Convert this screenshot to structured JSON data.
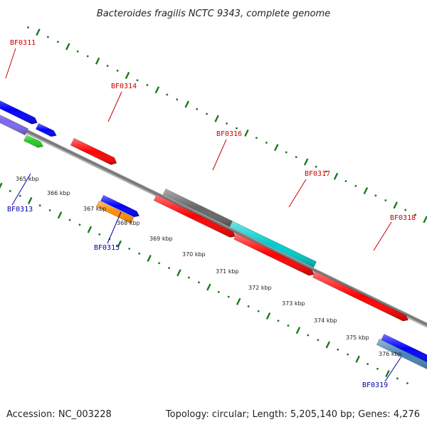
{
  "title": "Bacteroides fragilis NCTC 9343, complete genome",
  "footer": {
    "accession": "Accession: NC_003228",
    "topology": "Topology: circular; Length: 5,205,140 bp; Genes: 4,276"
  },
  "colors": {
    "background": "#ffffff",
    "backbone": "#7a7a7a",
    "tick": "#1a7a1a",
    "forward_label": "#cc0000",
    "reverse_label": "#0000aa"
  },
  "ticks": [
    "365 kbp",
    "366 kbp",
    "367 kbp",
    "368 kbp",
    "369 kbp",
    "370 kbp",
    "371 kbp",
    "372 kbp",
    "373 kbp",
    "374 kbp",
    "375 kbp",
    "376 kbp"
  ],
  "features": [
    {
      "id": "BF0311",
      "strand": "forward",
      "color": "#0000ff"
    },
    {
      "id": "BF0313",
      "strand": "reverse",
      "color": "#7b68ee"
    },
    {
      "id": "BF0313b",
      "strand": "reverse",
      "color": "#22cc22"
    },
    {
      "id": "BF0312",
      "strand": "forward",
      "color": "#0000ff"
    },
    {
      "id": "BF0314",
      "strand": "forward",
      "color": "#ff0000"
    },
    {
      "id": "BF0315",
      "strand": "reverse",
      "color": "#ff8c00"
    },
    {
      "id": "BF0315b",
      "strand": "reverse",
      "color": "#0000ff"
    },
    {
      "id": "BF0316",
      "strand": "forward",
      "color": "#666666"
    },
    {
      "id": "BF0316b",
      "strand": "forward",
      "color": "#00cccc"
    },
    {
      "id": "BF0316c",
      "strand": "forward",
      "color": "#ff0000"
    },
    {
      "id": "BF0317",
      "strand": "forward",
      "color": "#ff0000"
    },
    {
      "id": "BF0318",
      "strand": "forward",
      "color": "#ff0000"
    },
    {
      "id": "BF0319",
      "strand": "reverse",
      "color": "#4682b4"
    },
    {
      "id": "BF0319b",
      "strand": "reverse",
      "color": "#0000ff"
    }
  ],
  "labels": [
    {
      "text": "BF0311",
      "strand": "forward"
    },
    {
      "text": "BF0314",
      "strand": "forward"
    },
    {
      "text": "BF0316",
      "strand": "forward"
    },
    {
      "text": "BF0317",
      "strand": "forward"
    },
    {
      "text": "BF0318",
      "strand": "forward"
    },
    {
      "text": "BF0313",
      "strand": "reverse"
    },
    {
      "text": "BF0315",
      "strand": "reverse"
    },
    {
      "text": "BF0319",
      "strand": "reverse"
    }
  ]
}
